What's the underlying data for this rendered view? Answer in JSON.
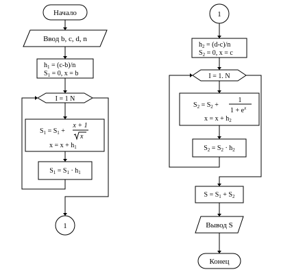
{
  "left": {
    "start": "Начало",
    "input": "Ввод b, c, d, n",
    "h_calc": {
      "h": "h",
      "h_sub": "1",
      "h_rest": " = (c-b)/n"
    },
    "init": {
      "s": "S",
      "s_sub": "1",
      "rest": " = 0, x = b"
    },
    "loop": "I = 1 N",
    "formula": {
      "s": "S",
      "s_sub": "1",
      "eq": " = S",
      "s2_sub": "1",
      "plus": " + ",
      "num": "x + 1",
      "den_x": "x"
    },
    "step": {
      "pre": "x = x + h",
      "sub": "1"
    },
    "mult": {
      "a": "S",
      "a_sub": "1",
      "eq": " = S",
      "b_sub": "1",
      "dot": " · h",
      "h_sub": "1"
    },
    "connector": "1"
  },
  "right": {
    "connector": "1",
    "h_calc": {
      "h": "h",
      "h_sub": "2",
      "rest": " = (d-c)/n"
    },
    "init": {
      "s": "S",
      "s_sub": "2",
      "rest": " = 0, x = c"
    },
    "loop": "I = 1. N",
    "formula": {
      "s": "S",
      "s_sub": "2",
      "eq": " = S",
      "s2_sub": "2",
      "plus": " + ",
      "num": "1",
      "den": "1 + e",
      "den_sup": "x"
    },
    "step": {
      "pre": "x = x + h",
      "sub": "2"
    },
    "mult": {
      "a": "S",
      "a_sub": "2",
      "eq": " = S",
      "b_sub": "2",
      "dot": " · h",
      "h_sub": "2"
    },
    "sum": {
      "s": "S",
      "eq": " = S",
      "a_sub": "1",
      "plus": " + S",
      "b_sub": "2"
    },
    "output": "Вывод S",
    "end": "Конец"
  }
}
